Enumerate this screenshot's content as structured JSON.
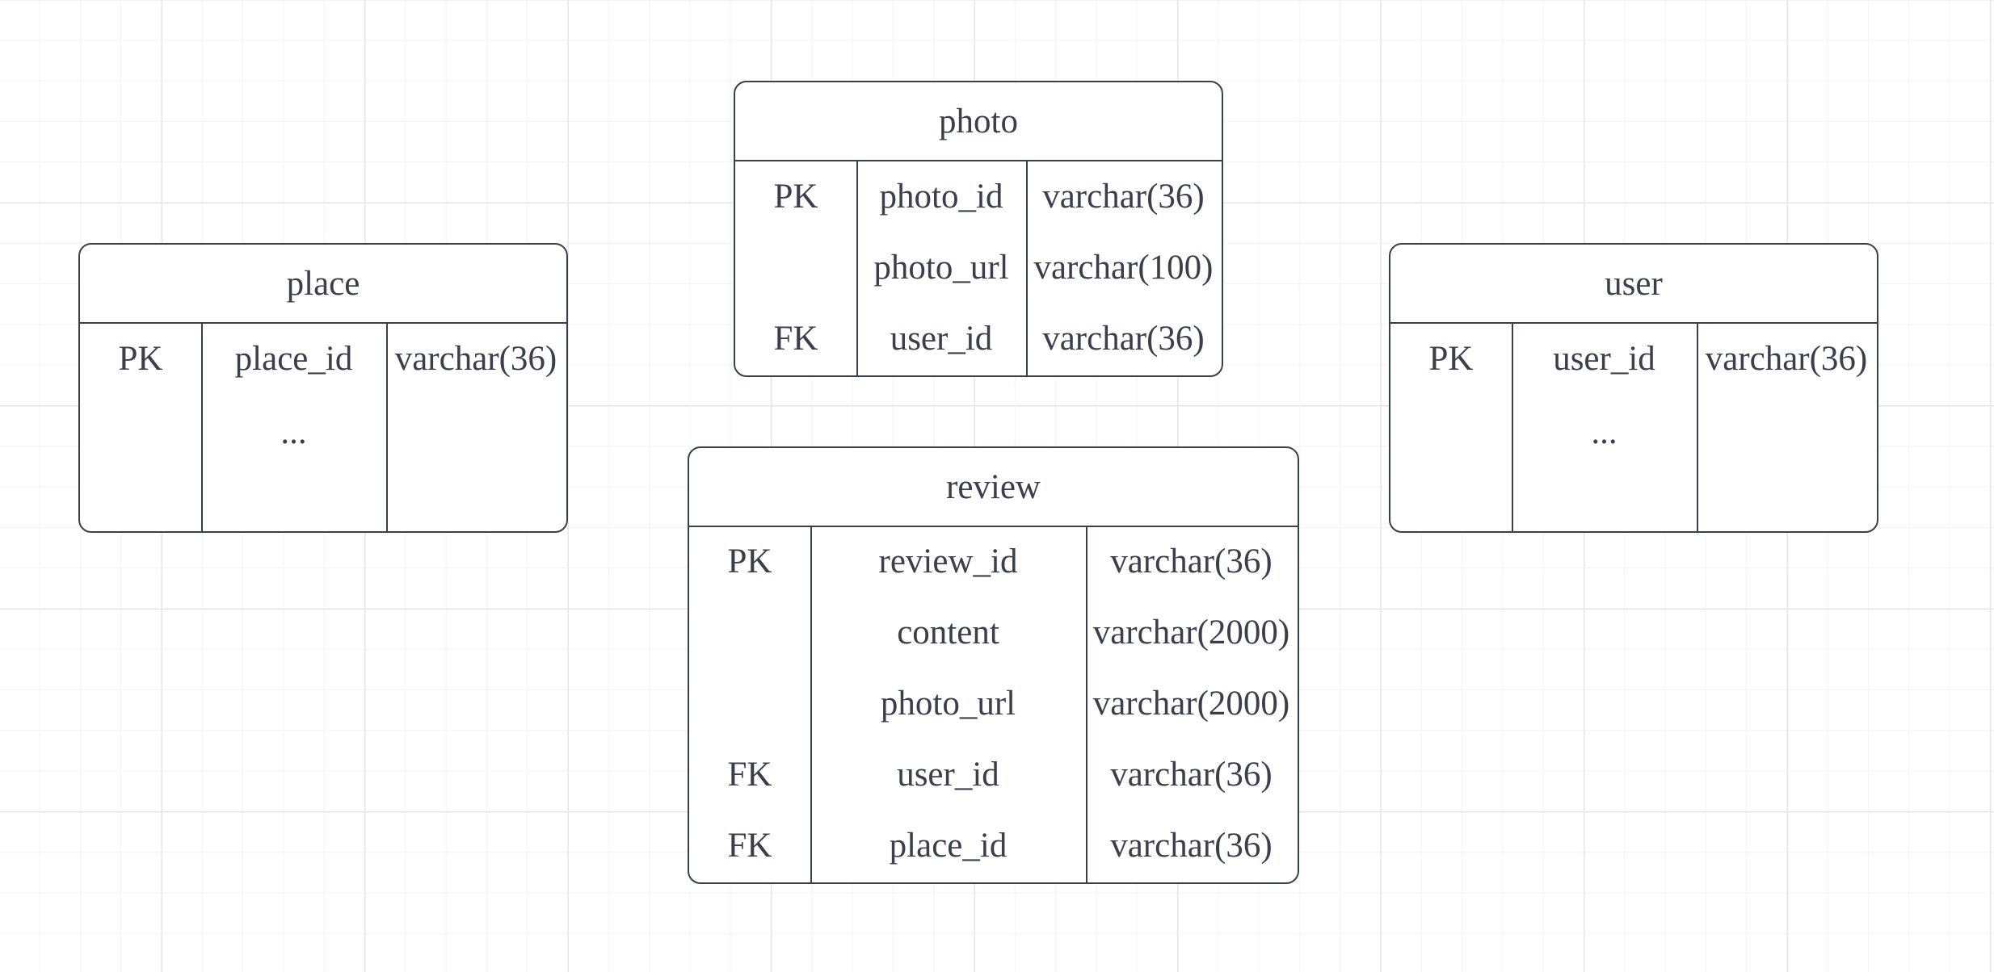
{
  "entities": {
    "photo": {
      "title": "photo",
      "rows": [
        {
          "key": "PK",
          "name": "photo_id",
          "type": "varchar(36)"
        },
        {
          "key": "",
          "name": "photo_url",
          "type": "varchar(100)"
        },
        {
          "key": "FK",
          "name": "user_id",
          "type": "varchar(36)"
        }
      ]
    },
    "place": {
      "title": "place",
      "rows": [
        {
          "key": "PK",
          "name": "place_id",
          "type": "varchar(36)"
        },
        {
          "key": "",
          "name": "...",
          "type": ""
        }
      ]
    },
    "user": {
      "title": "user",
      "rows": [
        {
          "key": "PK",
          "name": "user_id",
          "type": "varchar(36)"
        },
        {
          "key": "",
          "name": "...",
          "type": ""
        }
      ]
    },
    "review": {
      "title": "review",
      "rows": [
        {
          "key": "PK",
          "name": "review_id",
          "type": "varchar(36)"
        },
        {
          "key": "",
          "name": "content",
          "type": "varchar(2000)"
        },
        {
          "key": "",
          "name": "photo_url",
          "type": "varchar(2000)"
        },
        {
          "key": "FK",
          "name": "user_id",
          "type": "varchar(36)"
        },
        {
          "key": "FK",
          "name": "place_id",
          "type": "varchar(36)"
        }
      ]
    }
  },
  "colors": {
    "stroke": "#3a3f4b",
    "text": "#3a3f4b",
    "grid": "#e4e6ea",
    "background": "#ffffff"
  }
}
